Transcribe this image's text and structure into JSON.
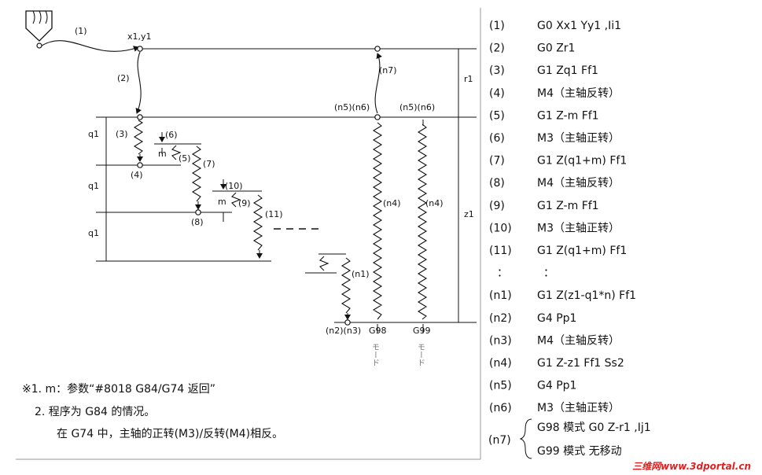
{
  "diagram": {
    "labels": {
      "l1": "(1)",
      "start_point": "x1,y1",
      "l2": "(2)",
      "l3": "(3)",
      "l4": "(4)",
      "l5": "(5)",
      "l6": "(6)",
      "l7": "(7)",
      "l8": "(8)",
      "l9": "(9)",
      "l10": "(10)",
      "l11": "(11)",
      "m": "m",
      "q1": "q1",
      "r1": "r1",
      "z1": "z1",
      "n1": "(n1)",
      "n2n3": "(n2)(n3)",
      "n4": "(n4)",
      "n5n6": "(n5)(n6)",
      "n7": "(n7)",
      "g98": "G98",
      "g99": "G99",
      "mode": "モード"
    }
  },
  "steps": [
    {
      "num": "(1)",
      "code": "G0 Xx1 Yy1 ,Ii1"
    },
    {
      "num": "(2)",
      "code": "G0 Zr1"
    },
    {
      "num": "(3)",
      "code": "G1 Zq1 Ff1"
    },
    {
      "num": "(4)",
      "code": "M4（主轴反转）"
    },
    {
      "num": "(5)",
      "code": "G1 Z-m Ff1"
    },
    {
      "num": "(6)",
      "code": "M3（主轴正转）"
    },
    {
      "num": "(7)",
      "code": "G1 Z(q1+m) Ff1"
    },
    {
      "num": "(8)",
      "code": "M4（主轴反转）"
    },
    {
      "num": "(9)",
      "code": "G1 Z-m Ff1"
    },
    {
      "num": "(10)",
      "code": "M3（主轴正转）"
    },
    {
      "num": "(11)",
      "code": "G1 Z(q1+m) Ff1"
    },
    {
      "num": "：",
      "code": "："
    },
    {
      "num": "(n1)",
      "code": "G1 Z(z1-q1*n) Ff1"
    },
    {
      "num": "(n2)",
      "code": "G4 Pp1"
    },
    {
      "num": "(n3)",
      "code": "M4（主轴反转）"
    },
    {
      "num": "(n4)",
      "code": "G1 Z-z1 Ff1 Ss2"
    },
    {
      "num": "(n5)",
      "code": "G4 Pp1"
    },
    {
      "num": "(n6)",
      "code": "M3（主轴正转）"
    }
  ],
  "step_n7": {
    "num": "(n7)",
    "line1": "G98 模式  G0 Z-r1 ,Ij1",
    "line2": "G99 模式  无移动"
  },
  "notes": {
    "line1": "※1. m：参数“#8018 G84/G74 返回”",
    "line2": "2. 程序为 G84 的情况。",
    "line3": "在 G74 中，主轴的正转(M3)/反转(M4)相反。"
  },
  "watermark": "三维网www.3dportal.cn"
}
